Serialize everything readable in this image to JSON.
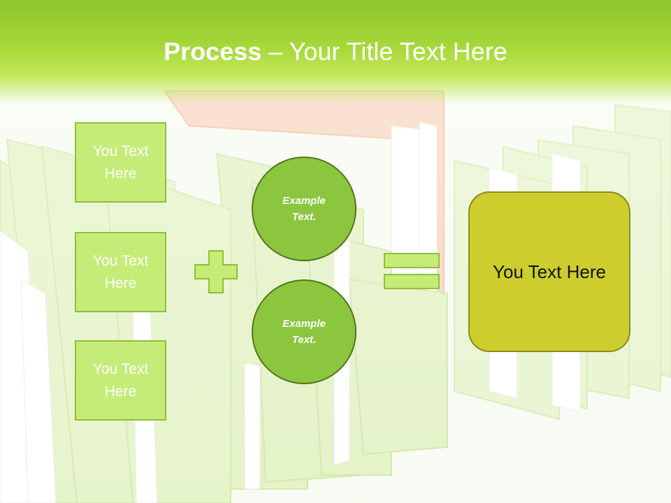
{
  "slide": {
    "title_bold": "Process",
    "title_rest": " – Your Title Text Here",
    "left_boxes": [
      {
        "label": "You Text Here"
      },
      {
        "label": "You Text Here"
      },
      {
        "label": "You Text Here"
      }
    ],
    "circles": [
      {
        "label": "Example Text."
      },
      {
        "label": "Example Text."
      }
    ],
    "result_label": "You Text Here"
  },
  "colors": {
    "title_band": "#9bd034",
    "box_fill": "#c5ec77",
    "circle_fill": "#8cc63f",
    "result_fill": "#cdcd2d",
    "folder_green": "#dcefb4",
    "folder_orange": "#f3b28f"
  },
  "icons": [
    "plus-icon",
    "equals-icon"
  ]
}
